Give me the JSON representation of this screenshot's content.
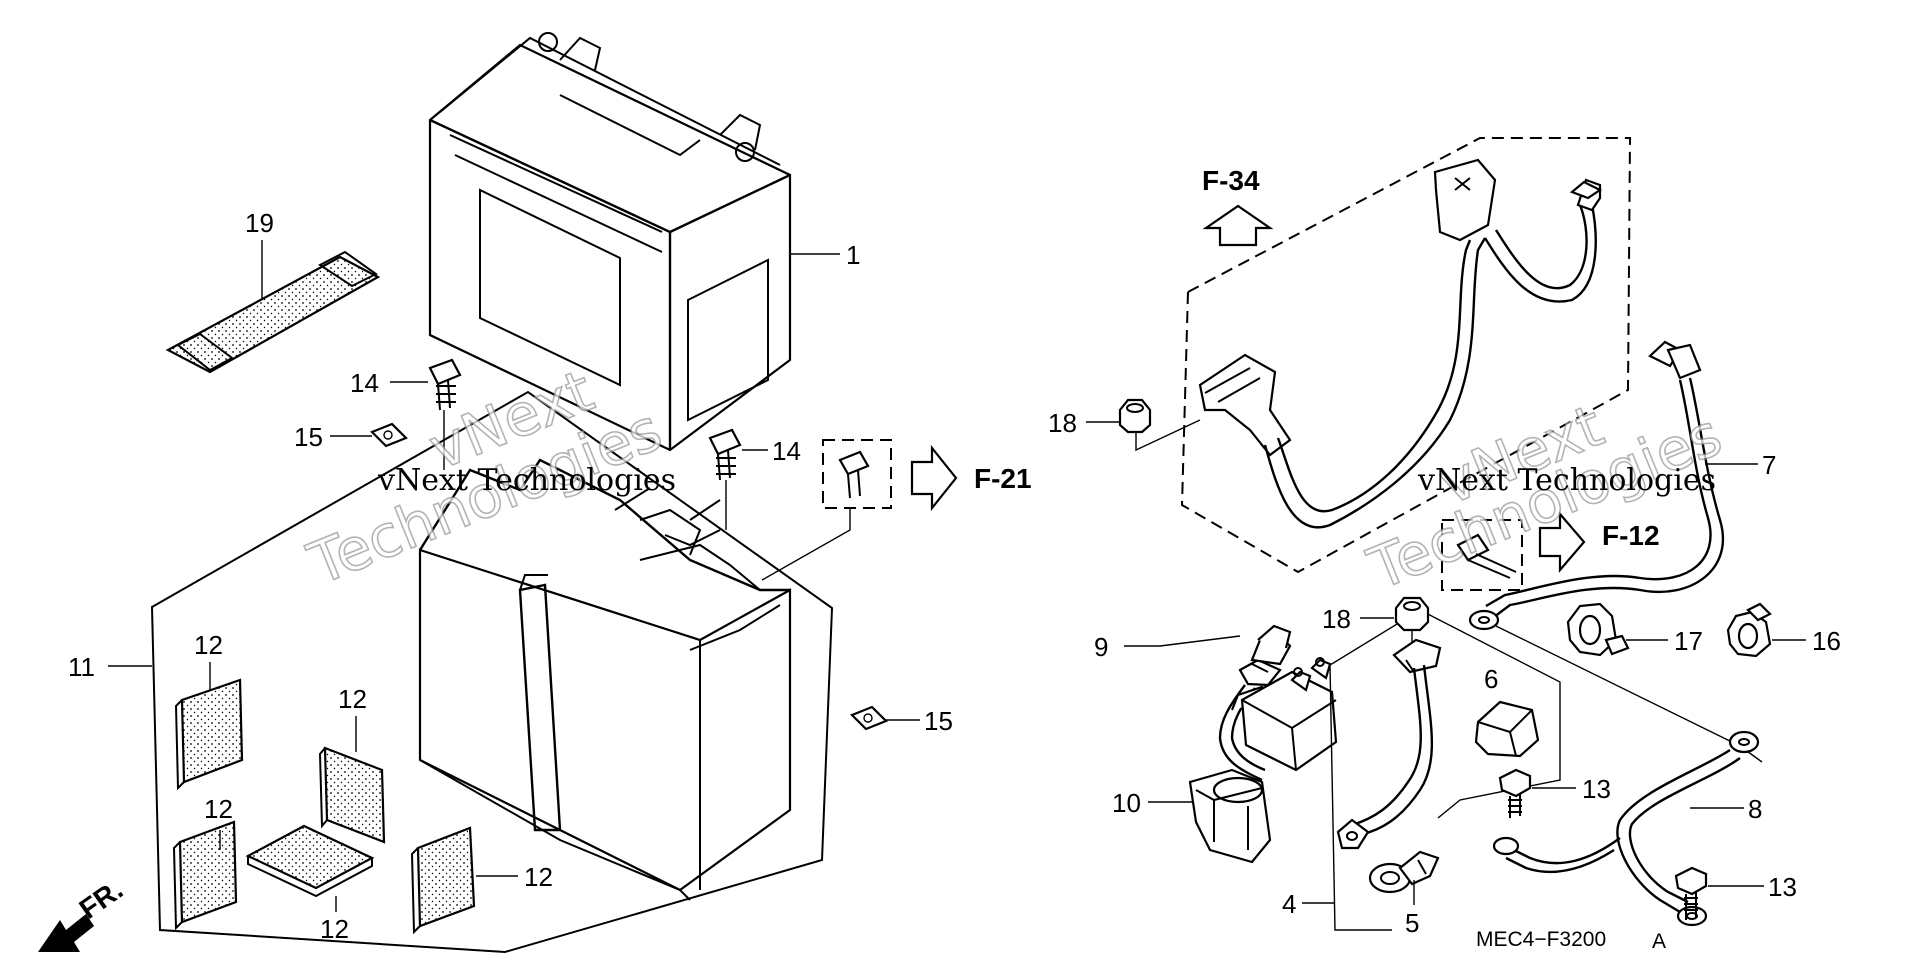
{
  "callouts": {
    "n1": "1",
    "n4": "4",
    "n5": "5",
    "n6": "6",
    "n7": "7",
    "n8": "8",
    "n9": "9",
    "n10": "10",
    "n11": "11",
    "n12": "12",
    "n13": "13",
    "n14": "14",
    "n15": "15",
    "n16": "16",
    "n17": "17",
    "n18": "18",
    "n19": "19"
  },
  "references": {
    "f34": "F-34",
    "f21": "F-21",
    "f12": "F-12",
    "front": "FR."
  },
  "diagram_code": "MEC4−F3200",
  "diagram_code_suffix": "A",
  "watermark": {
    "line_text": "vNext Technologies",
    "outline_top": "vNext",
    "outline_bottom": "Technologies"
  }
}
